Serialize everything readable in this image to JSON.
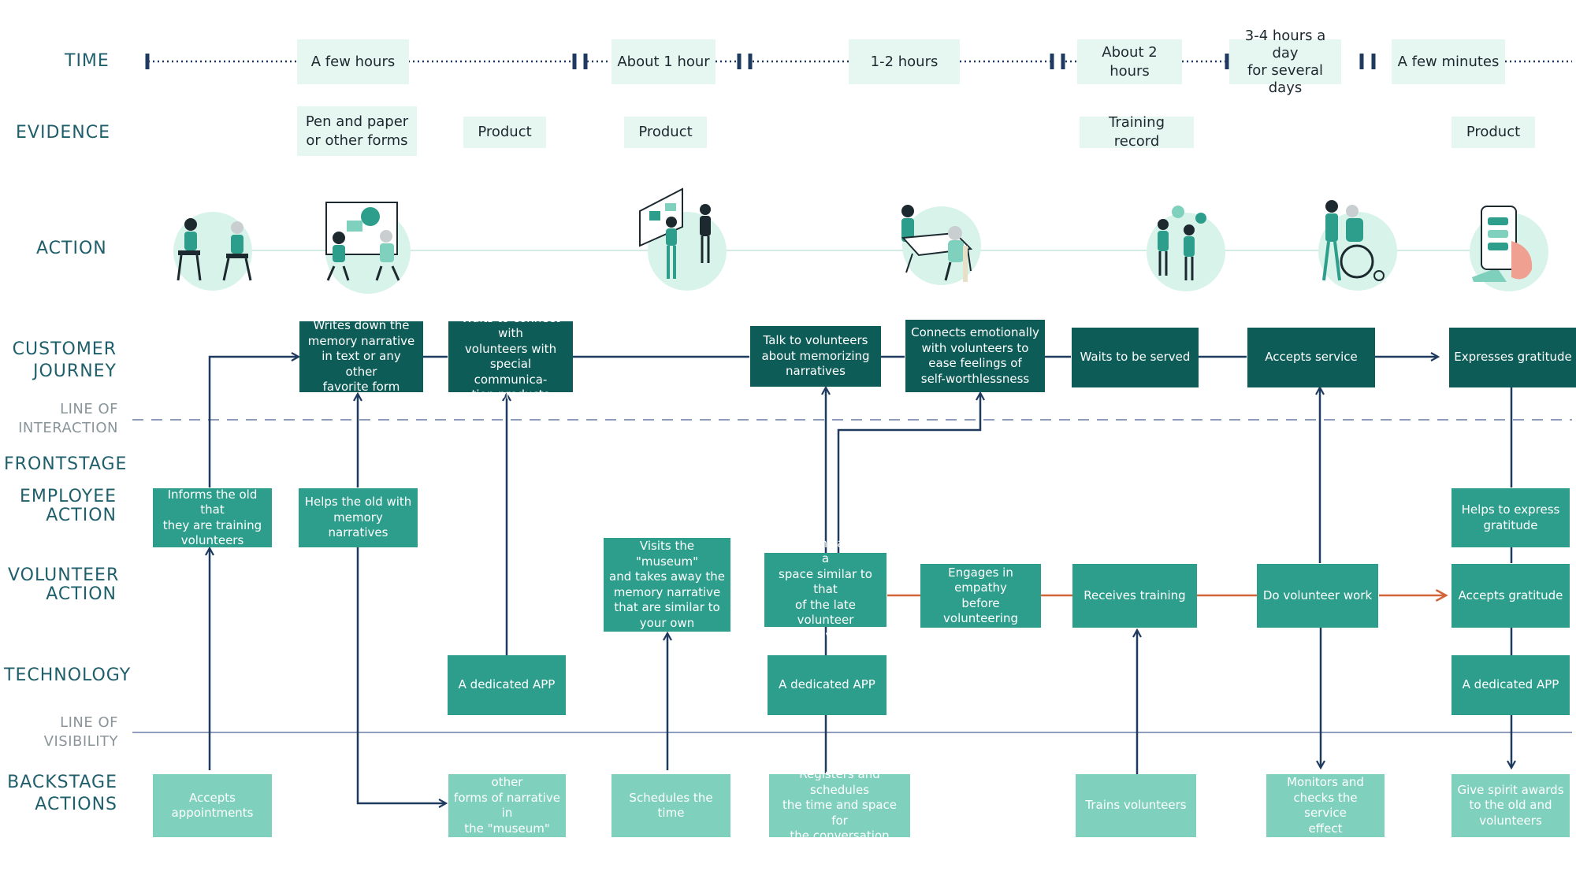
{
  "lanes": {
    "time": "TIME",
    "evidence": "EVIDENCE",
    "action": "ACTION",
    "customer_journey": "CUSTOMER\nJOURNEY",
    "line_of_interaction": "LINE OF\nINTERACTION",
    "frontstage": "FRONTSTAGE",
    "employee_action": "EMPLOYEE\nACTION",
    "volunteer_action": "VOLUNTEER\nACTION",
    "technology": "TECHNOLOGY",
    "line_of_visibility": "LINE OF\nVISIBILITY",
    "backstage_actions": "BACKSTAGE\nACTIONS"
  },
  "time": [
    "A few hours",
    "About 1 hour",
    "1-2 hours",
    "About 2 hours",
    "3-4 hours a day\nfor several days",
    "A few minutes"
  ],
  "evidence": [
    "Pen and paper\nor other forms",
    "Product",
    "Product",
    "Training record",
    "Product"
  ],
  "action_icons": [
    "two-seated-people-icon",
    "seated-people-with-board-icon",
    "person-at-display-wall-icon",
    "people-at-table-icon",
    "people-talking-icon",
    "caregiver-with-wheelchair-icon",
    "phone-in-hand-icon"
  ],
  "customer_journey": [
    "Writes down the\nmemory narrative\nin text or any other\nfavorite form",
    "Waits to connect with\nvolunteers with\nspecial communica-\ntion products",
    "Talk to volunteers\nabout memorizing\nnarratives",
    "Connects emotionally\nwith volunteers to\nease feelings of\nself-worthlessness",
    "Waits to be served",
    "Accepts service",
    "Expresses gratitude"
  ],
  "employee_action": [
    "Informs the old that\nthey are training\nvolunteers",
    "Helps the old with\nmemory narratives",
    "Helps to express\ngratitude"
  ],
  "volunteer_action": [
    "Visits the \"museum\"\nand takes away the\nmemory narrative\nthat are similar to\nyour own",
    "Communicates in a\nspace similar to that\nof the late volunteer\nactivity",
    "Engages in empathy\nbefore volunteering",
    "Receives training",
    "Do volunteer work",
    "Accepts gratitude"
  ],
  "technology": [
    "A dedicated APP",
    "A dedicated APP",
    "A dedicated APP"
  ],
  "backstage": [
    "Accepts\nappointments",
    "Places notes or other\nforms of narrative in\nthe \"museum\" space",
    "Schedules the time",
    "Registers and schedules\nthe time and space for\nthe conversation",
    "Trains volunteers",
    "Monitors  and\nchecks the service\neffect",
    "Give spirit awards\nto the old and\nvolunteers"
  ],
  "colors": {
    "dark": "#0d5c57",
    "mid": "#2e9e8c",
    "light": "#7fd1be",
    "pale": "#e6f6f1",
    "navy_line": "#1f3a5f",
    "orange_line": "#d2643c",
    "label": "#1f5f6b"
  }
}
